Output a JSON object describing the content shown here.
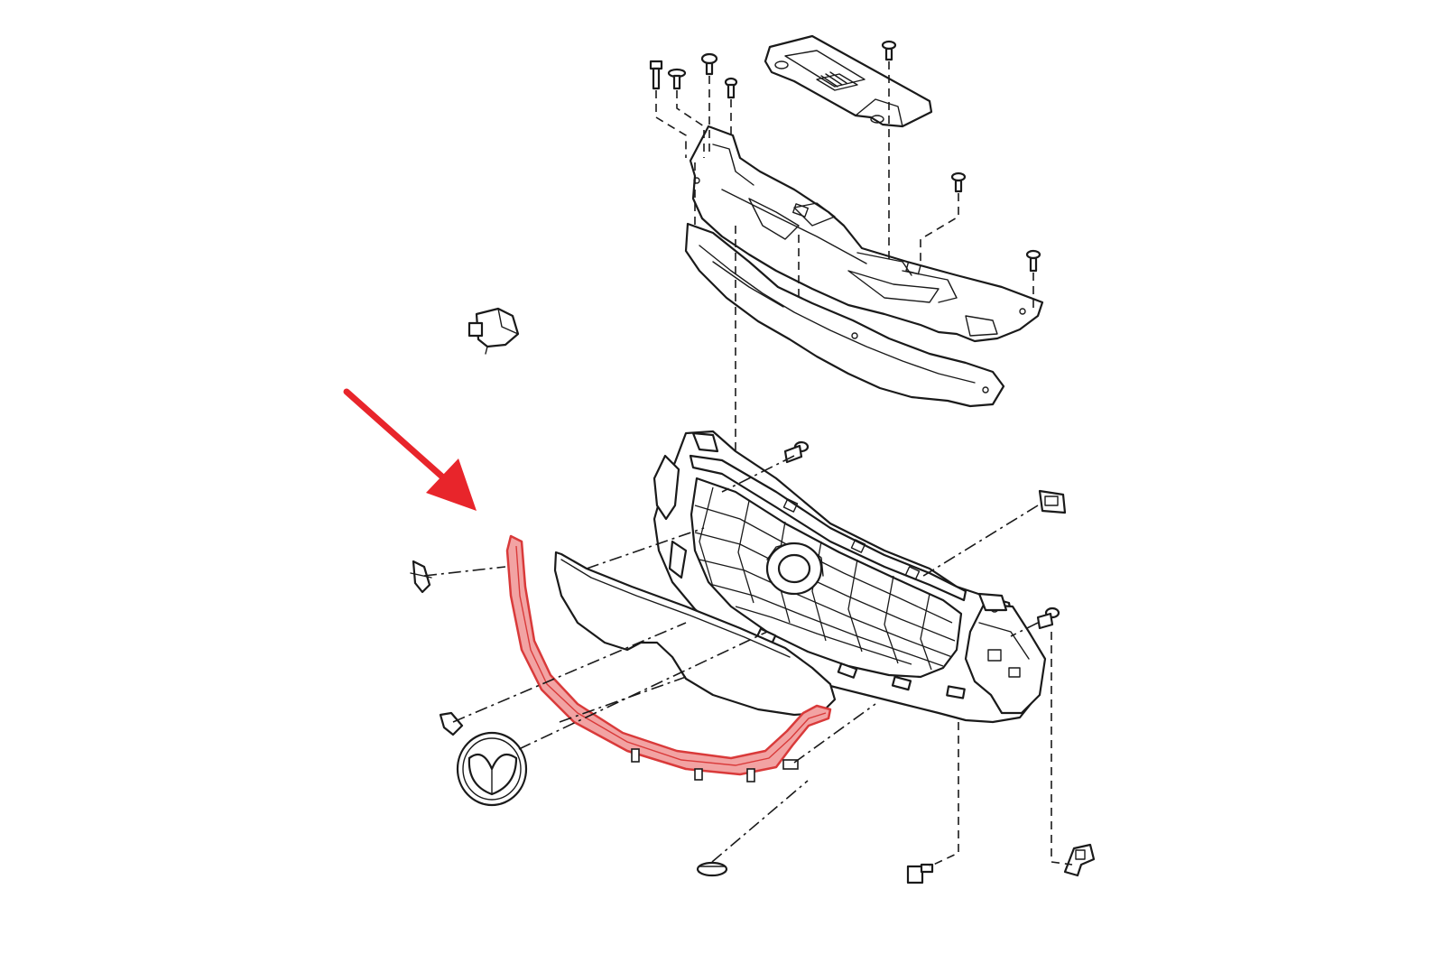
{
  "figure": {
    "parts": [
      {
        "name": "radiator-support-cover",
        "icon": "cover-plate-icon"
      },
      {
        "name": "upper-shroud-frame",
        "icon": "shroud-icon"
      },
      {
        "name": "grille-assembly",
        "icon": "grille-icon"
      },
      {
        "name": "grille-garnish",
        "icon": "garnish-icon"
      },
      {
        "name": "grille-molding",
        "icon": "molding-icon",
        "highlighted": true
      },
      {
        "name": "emblem",
        "icon": "emblem-icon"
      },
      {
        "name": "sensor-bracket",
        "icon": "sensor-icon"
      },
      {
        "name": "fasteners",
        "icon": "clip-icon"
      }
    ],
    "colors": {
      "line": "#1a1a1a",
      "highlight_fill": "#f2a3a3",
      "highlight_stroke": "#d93a3a",
      "arrow": "#e8252b",
      "background": "#ffffff"
    }
  }
}
